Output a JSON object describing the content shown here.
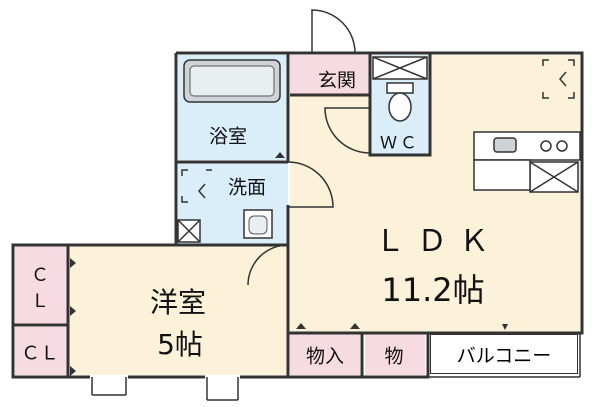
{
  "rooms": {
    "ldk": {
      "name": "ＬＤＫ",
      "size": "11.2帖"
    },
    "yoshitsu": {
      "name": "洋室",
      "size": "5帖"
    },
    "bath": {
      "name": "浴室"
    },
    "washroom": {
      "name": "洗面"
    },
    "toilet": {
      "name": "ＷＣ"
    },
    "entrance": {
      "name": "玄関"
    },
    "storage_large": {
      "name": "物入"
    },
    "storage_small": {
      "name": "物"
    },
    "closet_upper": {
      "line1": "Ｃ",
      "line2": "Ｌ"
    },
    "closet_lower": {
      "name": "ＣＬ"
    },
    "balcony": {
      "name": "バルコニー"
    }
  },
  "colors": {
    "wall": "#333333",
    "ldk_floor": "#fbf2d9",
    "bath_floor": "#d9eef9",
    "entrance_floor": "#f7dbe2",
    "closet_floor": "#f7dbe2",
    "fixture_gray": "#cfd3d6"
  }
}
